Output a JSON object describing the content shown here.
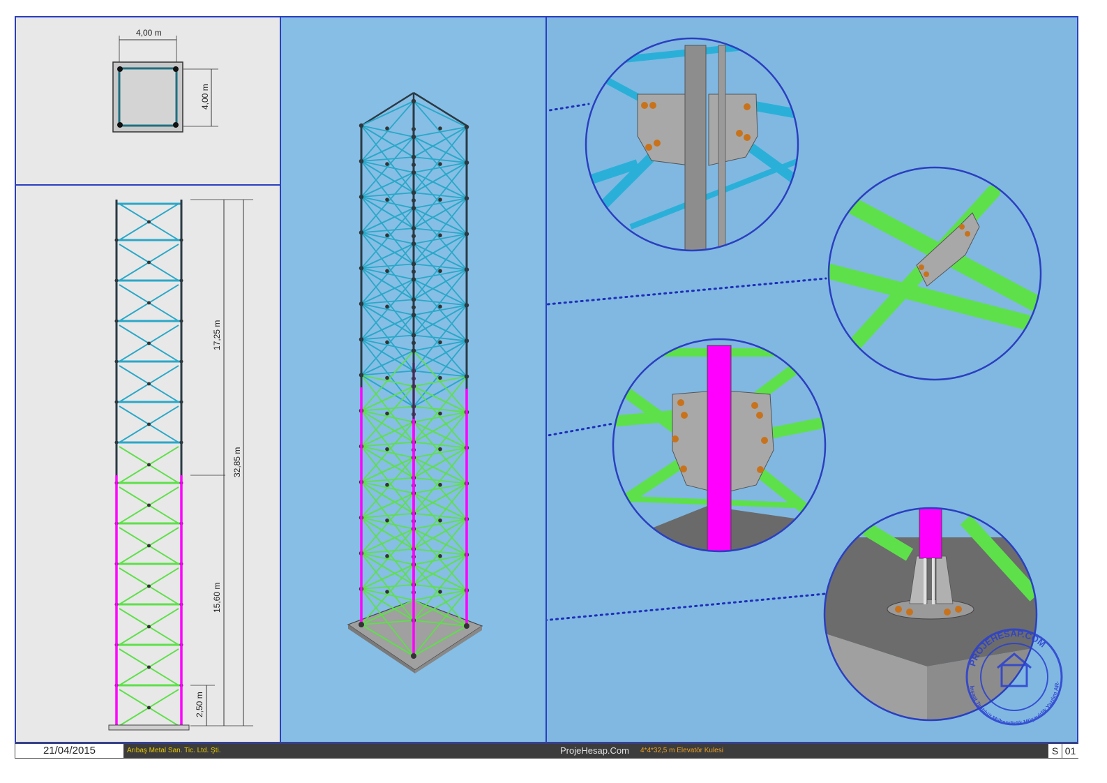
{
  "plan": {
    "width_label": "4,00 m",
    "depth_label": "4,00 m"
  },
  "elevation": {
    "dim_upper": "17,25 m",
    "dim_total": "32,85 m",
    "dim_lower": "15,60 m",
    "dim_base": "2,50 m"
  },
  "footer": {
    "date": "21/04/2015",
    "company": "Arıbaş Metal San. Tic. Ltd. Şti.",
    "site": "ProjeHesap.Com",
    "project": "4*4*32,5 m Elevatör Kulesi",
    "s_label": "S",
    "sheet_no": "01"
  },
  "stamp": {
    "top_text": "PROJEHESAP.COM",
    "bottom_text": "İnşaat Taahhüt Mühendislik Müşavirlik Yazılım AR-GE"
  },
  "colors": {
    "border": "#2b3fbf",
    "upper_members": "#2aa8c8",
    "lower_members": "#5ee04a",
    "main_columns_lower": "#ff00ff",
    "gusset": "#a8a8a8",
    "bolts": "#c8731c"
  }
}
